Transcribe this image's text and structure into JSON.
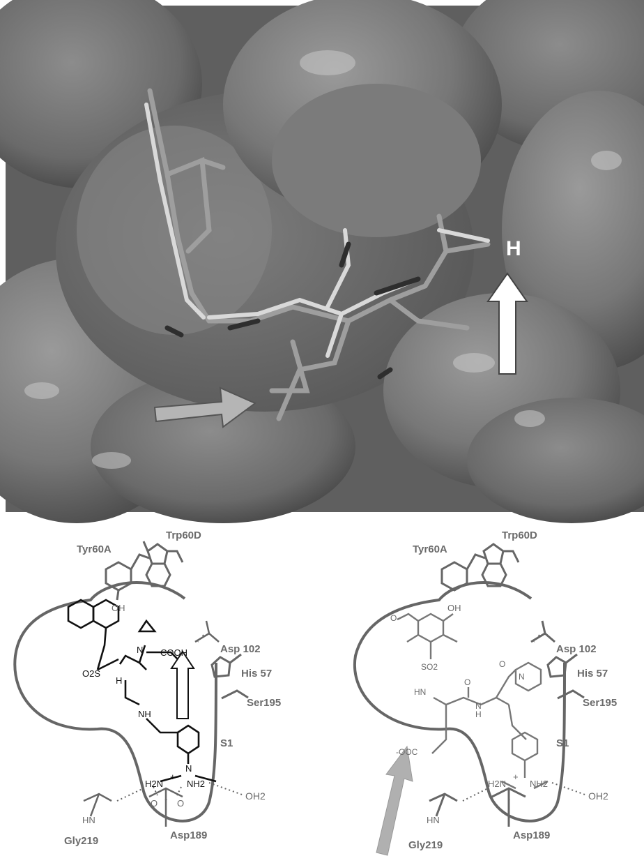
{
  "top_panel": {
    "h_label": "H"
  },
  "left_scheme": {
    "residues": {
      "tyr": "Tyr60A",
      "trp": "Trp60D",
      "asp102": "Asp 102",
      "his": "His 57",
      "ser": "Ser195",
      "s1": "S1",
      "asp189": "Asp189",
      "gly": "Gly219",
      "water": "OH2"
    },
    "atoms": {
      "oh": "OH",
      "cooh": "COOH",
      "so2": "O2S",
      "nh_h": "H",
      "n_amide": "N",
      "nh_amide": "NH",
      "h2n": "H2N",
      "nh2": "NH2",
      "plus": "+",
      "minus": "-",
      "hn": "HN",
      "n_ring": "N",
      "o1": "O",
      "o2": "O"
    }
  },
  "right_scheme": {
    "residues": {
      "tyr": "Tyr60A",
      "trp": "Trp60D",
      "asp102": "Asp 102",
      "his": "His 57",
      "ser": "Ser195",
      "s1": "S1",
      "asp189": "Asp189",
      "gly": "Gly219",
      "water": "OH2"
    },
    "atoms": {
      "oh": "OH",
      "so2": "SO2",
      "hn": "HN",
      "h": "H",
      "n": "N",
      "ooc": "-OOC",
      "h2n": "H2N",
      "nh2": "NH2",
      "plus": "+",
      "minus": "-",
      "hn_gly": "HN",
      "o_methoxy": "O",
      "o_carb": "O",
      "o_amide": "O",
      "n_pip": "N"
    }
  }
}
